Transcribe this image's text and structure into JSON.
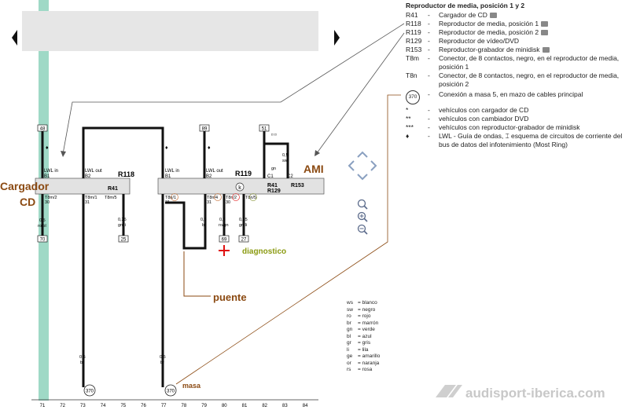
{
  "legend": {
    "title": "Reproductor de media, posición 1 y 2",
    "items": [
      {
        "code": "R41",
        "desc": "Cargador de CD",
        "cam": true
      },
      {
        "code": "R118",
        "desc": "Reproductor de media, posición 1",
        "cam": true
      },
      {
        "code": "R119",
        "desc": "Reproductor de media, posición 2",
        "cam": true
      },
      {
        "code": "R129",
        "desc": "Reproductor de vídeo/DVD",
        "cam": false
      },
      {
        "code": "R153",
        "desc": "Reproductor-grabador de minidisk",
        "cam": true
      },
      {
        "code": "T8m",
        "desc": "Conector, de 8 contactos, negro, en el reproductor de media, posición 1",
        "cam": false
      },
      {
        "code": "T8n",
        "desc": "Conector, de 8 contactos, negro, en el reproductor de media, posición 2",
        "cam": false
      },
      {
        "code": "370",
        "desc": "Conexión a masa 5, en mazo de cables principal",
        "cam": false,
        "circle": true
      },
      {
        "code": "*",
        "desc": "vehículos con cargador de CD",
        "cam": false
      },
      {
        "code": "**",
        "desc": "vehículos con cambiador DVD",
        "cam": false
      },
      {
        "code": "***",
        "desc": "vehículos con reproductor-grabador de minidisk",
        "cam": false
      },
      {
        "code": "♦",
        "desc": "LWL - Guía de ondas, ⌶ esquema de circuitos de corriente del bus de datos del infotenimiento (Most Ring)",
        "cam": false
      }
    ]
  },
  "abbreviations": [
    {
      "k": "ws",
      "v": "= blanco"
    },
    {
      "k": "sw",
      "v": "= negro"
    },
    {
      "k": "ro",
      "v": "= rojo"
    },
    {
      "k": "br",
      "v": "= marrón"
    },
    {
      "k": "gn",
      "v": "= verde"
    },
    {
      "k": "bl",
      "v": "= azul"
    },
    {
      "k": "gr",
      "v": "= gris"
    },
    {
      "k": "li",
      "v": "= lila"
    },
    {
      "k": "ge",
      "v": "= amarillo"
    },
    {
      "k": "or",
      "v": "= naranja"
    },
    {
      "k": "rs",
      "v": "= rosa"
    }
  ],
  "annotations": {
    "cargador": "Cargador",
    "cd": "CD",
    "ami": "AMI",
    "puente": "puente",
    "diagnostico": "diagnostico",
    "masa": "masa"
  },
  "components": {
    "left_box": {
      "lwl_in": "LWL in",
      "b1": "B1",
      "lwl_out": "LWL out",
      "b2": "B2",
      "r118": "R118",
      "r41": "R41"
    },
    "right_box": {
      "lwl_in": "LWL in",
      "b1": "B1",
      "lwl_out": "LWL out",
      "b2": "B2",
      "r119": "R119",
      "r41": "R41",
      "r129": "R129",
      "r153": "R153",
      "c1": "C1",
      "c2": "C2"
    }
  },
  "wires": {
    "w48": "48",
    "w70": "70",
    "w25": "25",
    "w89": "89",
    "w51": "51",
    "w69": "69",
    "w27": "27",
    "t8m2": "T8m/2",
    "t8m2b": "30",
    "t8m1": "T8m/1",
    "t8m1b": "31",
    "t8m5": "T8m/5",
    "t8n1": "T8n/1",
    "t8n1b": "31",
    "t8n4": "T8n/4",
    "t8n4b": "31",
    "t8n2": "T8n/2",
    "t8n2b": "30",
    "t8n5": "T8n/5",
    "left_size": "0,5",
    "left_color": "ro/bl",
    "gnli_size": "0,35",
    "gnli": "gn/li",
    "br_size_1": "0,5",
    "br_1": "br",
    "rogn_size": "0,5",
    "rogn": "ro/gn",
    "gnli2_size": "0,35",
    "gnli2": "gn/li",
    "sw_size": "0,5",
    "sw": "sw",
    "gn": "gn",
    "masa_size_1": "0,5",
    "masa_br_1": "br",
    "masa_size_2": "0,5",
    "masa_br_2": "br",
    "ground_1": "370",
    "ground_2": "370"
  },
  "axis_numbers": [
    "71",
    "72",
    "73",
    "74",
    "75",
    "76",
    "77",
    "78",
    "79",
    "80",
    "81",
    "82",
    "83",
    "84"
  ],
  "watermark": "audisport-iberica.com",
  "colors": {
    "teal": "#9fd9c6",
    "brown": "#8b4a12",
    "red": "#e01010",
    "grey_panel": "#e6e6e6",
    "box": "#e2e2e2"
  }
}
